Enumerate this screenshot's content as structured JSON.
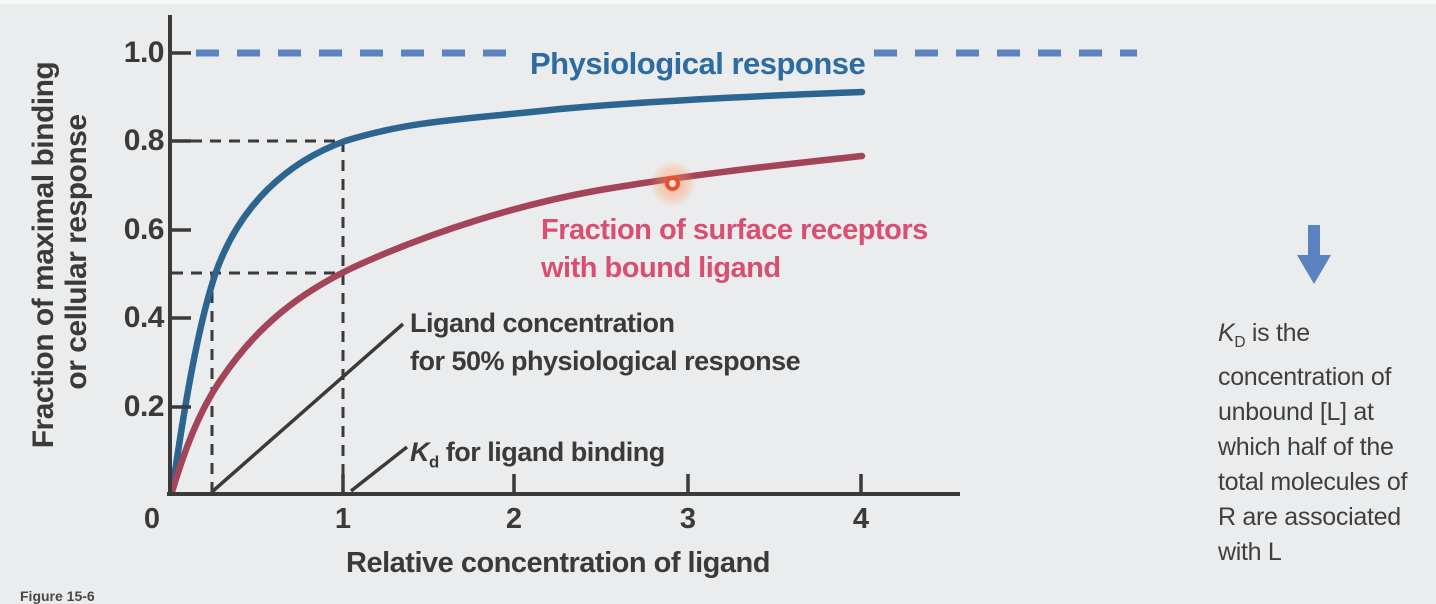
{
  "figure_caption": "Figure 15-6",
  "colors": {
    "background": "#ebeced",
    "axis_text": "#3a3a3a",
    "curve_blue": "#2c6590",
    "curve_red": "#a34458",
    "label_blue": "#2d6ba3",
    "label_pink": "#d94f72",
    "slate_blue": "#5b83c0",
    "note_text": "#3f3f3f",
    "laser_orange": "#e8502a"
  },
  "chart_data": {
    "type": "line",
    "xlabel": "Relative concentration of ligand",
    "ylabel_line1": "Fraction of maximal binding",
    "ylabel_line2": "or cellular response",
    "x_tick_labels": [
      "0",
      "1",
      "2",
      "3",
      "4"
    ],
    "y_tick_labels": [
      "1.0",
      "0.8",
      "0.6",
      "0.4",
      "0.2"
    ],
    "xlim": [
      0,
      4.6
    ],
    "ylim": [
      0,
      1.08
    ],
    "grid": false,
    "x": [
      0,
      0.25,
      0.5,
      1,
      1.5,
      2,
      3,
      4
    ],
    "series": [
      {
        "name": "Physiological response (cellular response curve)",
        "color": "#2c6590",
        "values": [
          0,
          0.5,
          0.66,
          0.8,
          0.84,
          0.86,
          0.89,
          0.91
        ]
      },
      {
        "name": "Fraction of surface receptors with bound ligand",
        "color": "#a34458",
        "values": [
          0,
          0.2,
          0.33,
          0.5,
          0.59,
          0.655,
          0.72,
          0.77
        ]
      }
    ],
    "reference_line": {
      "label": "Physiological response",
      "value": 1.0,
      "style": "dashed",
      "color": "#5b83c0"
    },
    "guides": [
      {
        "type": "horizontal-dashed",
        "y": 0.8,
        "from_x": 0,
        "to_x": 1
      },
      {
        "type": "horizontal-dashed",
        "y": 0.5,
        "from_x": 0,
        "to_x": 1
      },
      {
        "type": "vertical-dashed",
        "x": 0.25,
        "from_y": 0,
        "to_y": 0.5
      },
      {
        "type": "vertical-dashed",
        "x": 1,
        "from_y": 0,
        "to_y": 0.8
      }
    ]
  },
  "annotations": {
    "physiological_response": "Physiological response",
    "bound_ligand_line1": "Fraction of surface receptors",
    "bound_ligand_line2": "with bound ligand",
    "ligand_conc_line1": "Ligand concentration",
    "ligand_conc_line2": "for 50% physiological response",
    "kd_symbol": "K",
    "kd_sub": "d",
    "kd_rest": " for ligand binding"
  },
  "side_note": {
    "symbol": "K",
    "symbol_sub": "D",
    "first_line_rest": " is the",
    "lines": [
      "concentration of",
      "unbound [L] at",
      "which half of the",
      "total molecules of",
      "R are associated",
      "with L"
    ]
  }
}
